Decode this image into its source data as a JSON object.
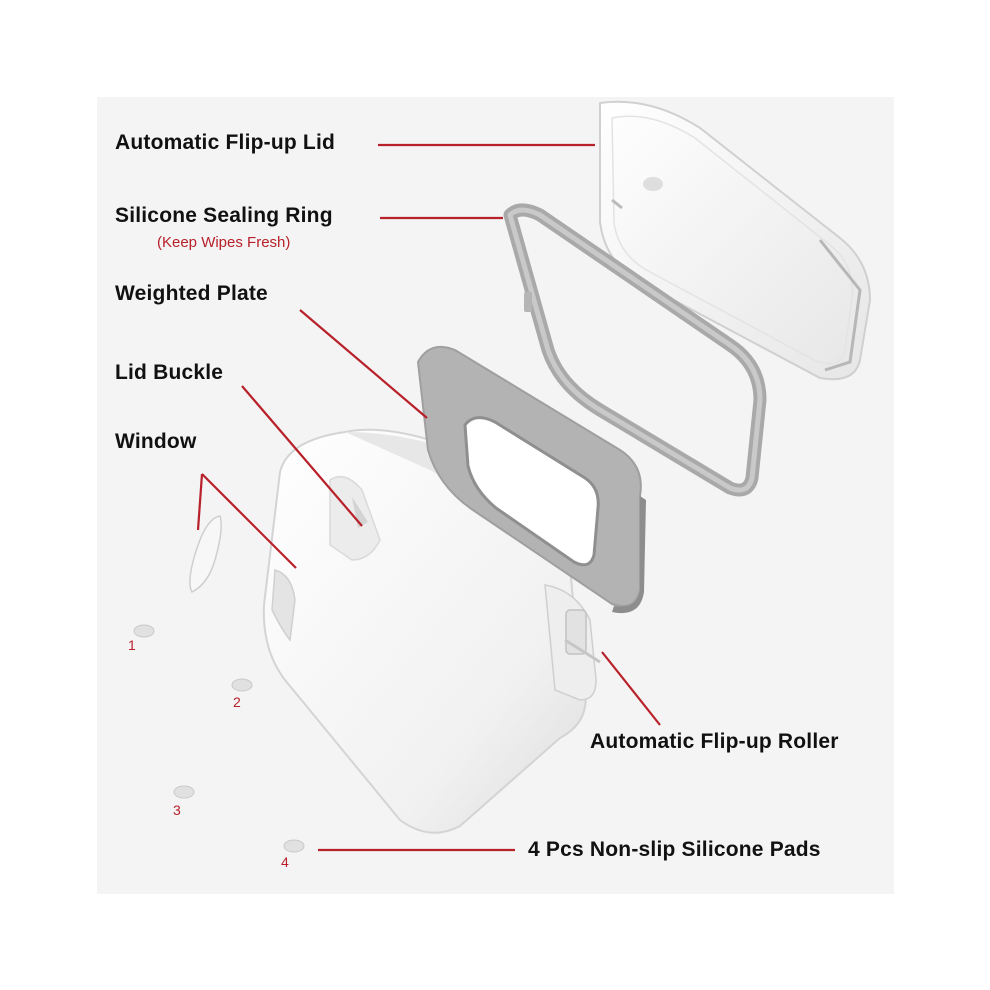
{
  "labels": {
    "lid": "Automatic Flip-up Lid",
    "ring": "Silicone Sealing Ring",
    "ring_note": "(Keep Wipes Fresh)",
    "plate": "Weighted Plate",
    "buckle": "Lid Buckle",
    "window": "Window",
    "roller": "Automatic Flip-up Roller",
    "pads": "4 Pcs Non-slip Silicone Pads"
  },
  "pad_numbers": [
    "1",
    "2",
    "3",
    "4"
  ],
  "colors": {
    "leader_line": "#b8202a",
    "background": "#f4f4f4",
    "part_white": "#ffffff",
    "part_grey": "#a9a9a9"
  }
}
